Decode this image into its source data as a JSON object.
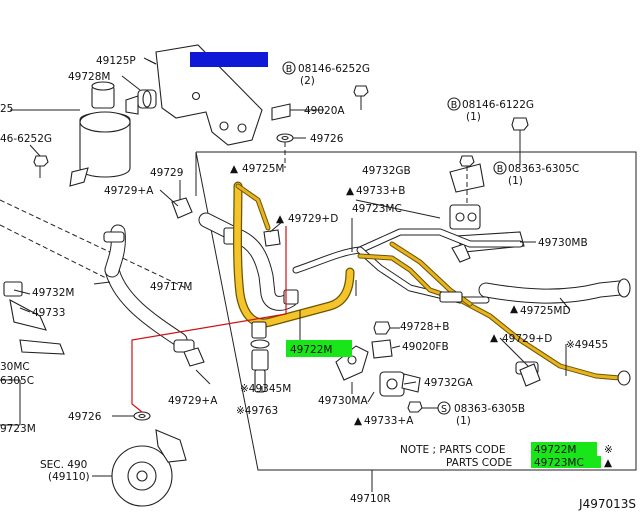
{
  "diagram": {
    "labels": {
      "l49125P": "49125P",
      "l49728M": "49728M",
      "l25": "25",
      "l6252G_left": "46-6252G",
      "lB08146_6252G": "08146-6252G",
      "lQty2": "(2)",
      "l49020A": "49020A",
      "l49726_top": "49726",
      "lB08146_6122G": "08146-6122G",
      "lQty1_a": "(1)",
      "l49725M": "49725M",
      "l49729_top": "49729",
      "l49729A_left": "49729+A",
      "l49729D_top": "49729+D",
      "l49732GB": "49732GB",
      "l49733B": "49733+B",
      "l49723MC": "49723MC",
      "lB08363_6305C": "08363-6305C",
      "lQty1_b": "(1)",
      "l49730MB": "49730MB",
      "l49732M": "49732M",
      "l49733": "49733",
      "l49717M": "49717M",
      "l30MC": "30MC",
      "l6305C_left": "6305C",
      "l49725MD": "49725MD",
      "l49728B": "49728+B",
      "l49722M": "49722M",
      "l49020FB": "49020FB",
      "l49729D_right": "49729+D",
      "l49455": "※49455",
      "l49345M": "※49345M",
      "l49763": "※49763",
      "l49729A_mid": "49729+A",
      "l49730MA": "49730MA",
      "l49732GA": "49732GA",
      "l49733A": "49733+A",
      "l08363_6305B": "08363-6305B",
      "lQty1_c": "(1)",
      "l49726_bottom": "49726",
      "l49723M": "9723M",
      "lSEC490": "SEC. 490",
      "l49110": "(49110)",
      "l49710R": "49710R",
      "lFootnote": "J497013S"
    },
    "note": {
      "prefix": "NOTE ; PARTS CODE",
      "code_1": "49722M",
      "sym_1": "※",
      "parts_code": "PARTS CODE",
      "code_2": "49723MC",
      "sym_2": "▲"
    },
    "symbols": {
      "triangle": "▲",
      "bolt_b": "B",
      "bolt_s": "S"
    },
    "colors": {
      "highlight_blue": "#1018d8",
      "highlight_green": "#19e619",
      "callout_red": "#d01010",
      "hose_yellow": "#f5c42a"
    }
  }
}
